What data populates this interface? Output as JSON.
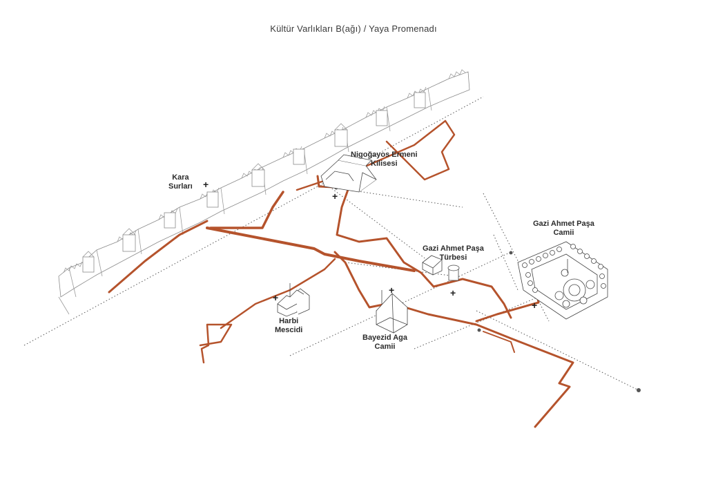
{
  "title": "Kültür Varlıkları B(ağı) / Yaya Promenadı",
  "labels": {
    "kara_surlari": [
      "Kara",
      "Surları"
    ],
    "nigogayos": [
      "Nigoğayos Ermeni",
      "Kilisesi"
    ],
    "gazi_camii": [
      "Gazi Ahmet Paşa",
      "Camii"
    ],
    "gazi_turbesi": [
      "Gazi Ahmet Paşa",
      "Türbesi"
    ],
    "harbi": [
      "Harbi",
      "Mescidi"
    ],
    "bayezid": [
      "Bayezid Aga",
      "Camii"
    ]
  },
  "markers": {
    "plus": "+"
  },
  "colors": {
    "route": "#b5532c",
    "wall": "#9a9a9a",
    "axis": "#555555",
    "text": "#2b2b2b"
  }
}
